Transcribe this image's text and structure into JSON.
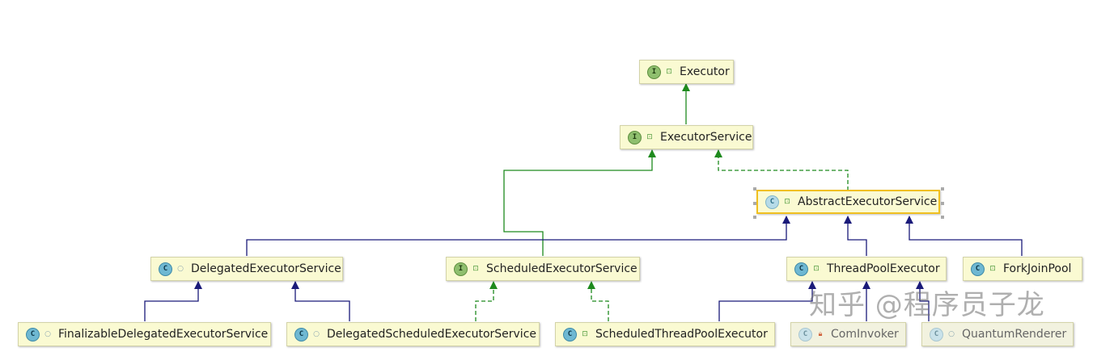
{
  "nodes": {
    "executor": {
      "name": "Executor",
      "kind": "I",
      "modifier": "public"
    },
    "executor_service": {
      "name": "ExecutorService",
      "kind": "I",
      "modifier": "public"
    },
    "abstract_executor_service": {
      "name": "AbstractExecutorService",
      "kind": "C-abstract",
      "modifier": "public",
      "selected": true
    },
    "delegated_executor_service": {
      "name": "DelegatedExecutorService",
      "kind": "C-static",
      "modifier": "package"
    },
    "scheduled_executor_service": {
      "name": "ScheduledExecutorService",
      "kind": "I",
      "modifier": "public"
    },
    "thread_pool_executor": {
      "name": "ThreadPoolExecutor",
      "kind": "C",
      "modifier": "public"
    },
    "fork_join_pool": {
      "name": "ForkJoinPool",
      "kind": "C",
      "modifier": "public"
    },
    "finalizable_delegated_executor_service": {
      "name": "FinalizableDelegatedExecutorService",
      "kind": "C-static",
      "modifier": "package"
    },
    "delegated_scheduled_executor_service": {
      "name": "DelegatedScheduledExecutorService",
      "kind": "C-static",
      "modifier": "package"
    },
    "scheduled_thread_pool_executor": {
      "name": "ScheduledThreadPoolExecutor",
      "kind": "C",
      "modifier": "public"
    },
    "com_invoker": {
      "name": "ComInvoker",
      "kind": "C-static",
      "modifier": "private"
    },
    "quantum_renderer": {
      "name": "QuantumRenderer",
      "kind": "C",
      "modifier": "package"
    }
  },
  "badges": {
    "I": "I",
    "C": "C"
  },
  "colors": {
    "interface_arrow": "#1e8a1e",
    "class_arrow": "#1a1a7a",
    "node_fill": "#fafad2",
    "selected_border": "#f0c020"
  },
  "watermark": "知乎 @程序员子龙"
}
